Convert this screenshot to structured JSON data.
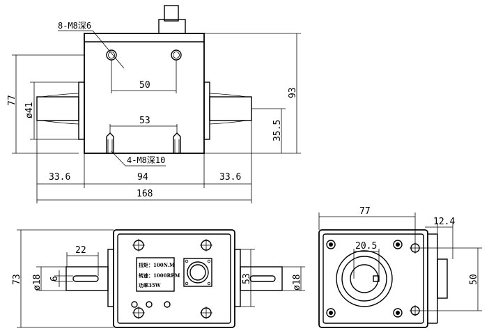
{
  "front_view": {
    "hole_top_label": "8-M8深6",
    "hole_bottom_label": "4-M8深10",
    "dim_50": "50",
    "dim_53": "53",
    "dim_77": "77",
    "dim_41": "ø41",
    "dim_93": "93",
    "dim_35_5": "35.5",
    "dim_33_6_left": "33.6",
    "dim_94": "94",
    "dim_33_6_right": "33.6",
    "dim_168": "168"
  },
  "top_view": {
    "dim_22": "22",
    "dim_73": "73",
    "dim_18_left": "ø18",
    "dim_6": "6",
    "dim_53": "53",
    "dim_18_right": "ø18",
    "label_range": "扭矩：100N.M",
    "label_speed": "转速：1000RPM",
    "label_power": "功率35W"
  },
  "side_view": {
    "dim_77": "77",
    "dim_12_4": "12.4",
    "dim_20_5": "20.5",
    "dim_50": "50"
  }
}
